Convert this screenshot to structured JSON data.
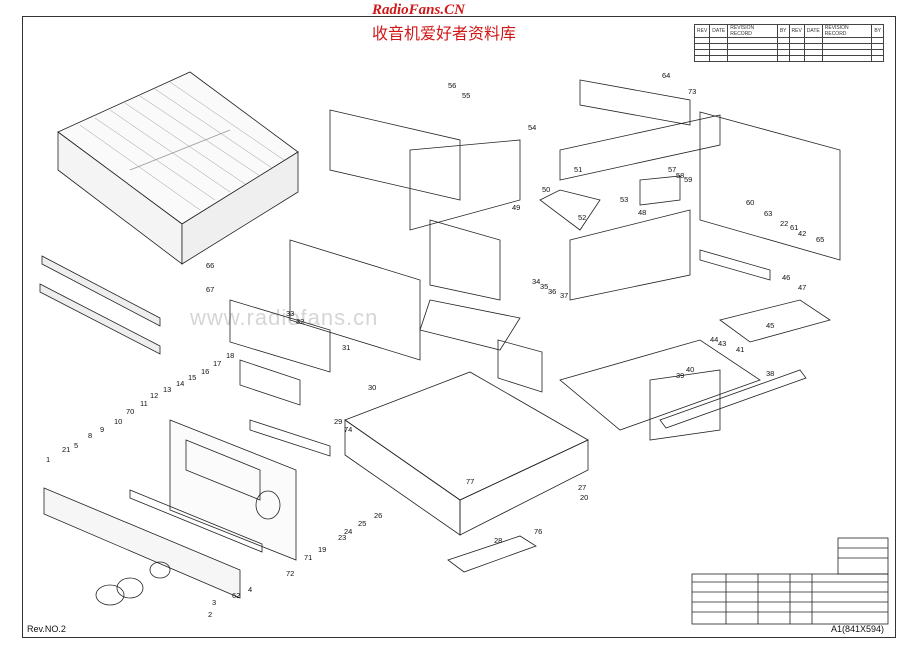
{
  "header": {
    "site": "RadioFans.CN",
    "subtitle": "收音机爱好者资料库"
  },
  "watermark": "www.radiofans.cn",
  "footer": {
    "revision": "Rev.NO.2",
    "sheet_size": "A1(841X594)"
  },
  "revision_table": {
    "columns": [
      "REV",
      "DATE",
      "REVISION RECORD",
      "BY",
      "REV",
      "DATE",
      "REVISION RECORD",
      "BY"
    ]
  },
  "part_numbers": [
    "1",
    "2",
    "3",
    "4",
    "5",
    "8",
    "9",
    "10",
    "11",
    "12",
    "13",
    "14",
    "15",
    "16",
    "17",
    "18",
    "19",
    "20",
    "21",
    "22",
    "23",
    "24",
    "25",
    "26",
    "27",
    "28",
    "29",
    "30",
    "31",
    "32",
    "33",
    "34",
    "35",
    "36",
    "37",
    "38",
    "39",
    "40",
    "41",
    "42",
    "43",
    "44",
    "45",
    "46",
    "47",
    "48",
    "49",
    "50",
    "51",
    "52",
    "53",
    "54",
    "55",
    "56",
    "57",
    "58",
    "59",
    "60",
    "61",
    "62",
    "63",
    "64",
    "65",
    "66",
    "67",
    "70",
    "71",
    "72",
    "73",
    "74",
    "76",
    "77"
  ]
}
